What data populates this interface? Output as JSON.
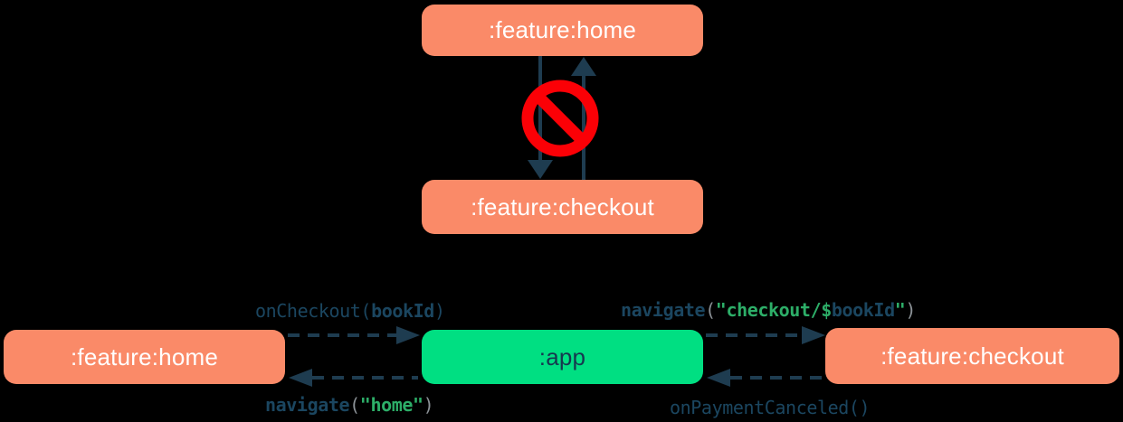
{
  "colors": {
    "background": "#000000",
    "feature_box": "#FA8A68",
    "app_box": "#00DF82",
    "box_text_light": "#FFFFFF",
    "box_text_dark": "#16384F",
    "arrow": "#1E3C50",
    "code_text": "#1B4660",
    "code_string": "#2DAE68",
    "code_paren": "#8B9196",
    "forbidden_red": "#FB0006"
  },
  "top_diagram": {
    "home_module": ":feature:home",
    "checkout_module": ":feature:checkout",
    "forbidden_icon": "no-entry"
  },
  "bottom_diagram": {
    "home_module": ":feature:home",
    "app_module": ":app",
    "checkout_module": ":feature:checkout",
    "labels": {
      "on_checkout": {
        "fn": "onCheckout",
        "open": "(",
        "arg": "bookId",
        "close": ")"
      },
      "navigate_home": {
        "fn": "navigate",
        "open": "(",
        "str": "\"home\"",
        "close": ")"
      },
      "navigate_checkout": {
        "fn": "navigate",
        "open": "(",
        "str_pre": "\"checkout/$",
        "arg": "bookId",
        "str_post": "\"",
        "close": ")"
      },
      "on_payment_canceled": {
        "fn": "onPaymentCanceled",
        "parens": "()"
      }
    }
  }
}
